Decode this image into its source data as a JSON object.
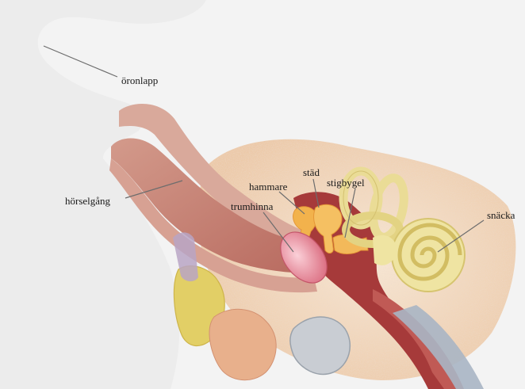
{
  "labels": {
    "earlobe": "öronlapp",
    "ear_canal": "hörselgång",
    "malleus": "hammare",
    "incus": "städ",
    "stapes": "stigbygel",
    "eardrum": "trumhinna",
    "cochlea": "snäcka"
  },
  "colors": {
    "skin": "#efefef",
    "bone": "#f3dcc6",
    "canal": "#c98a7c",
    "canal_dark": "#b45f55",
    "middle_ear": "#a63a3a",
    "ossicles": "#f2b24c",
    "eardrum": "#e88a9a",
    "cochlea": "#efe4a2",
    "gland": "#e7d36a",
    "tissue": "#e9b08f",
    "vessel": "#9aa7b8"
  }
}
